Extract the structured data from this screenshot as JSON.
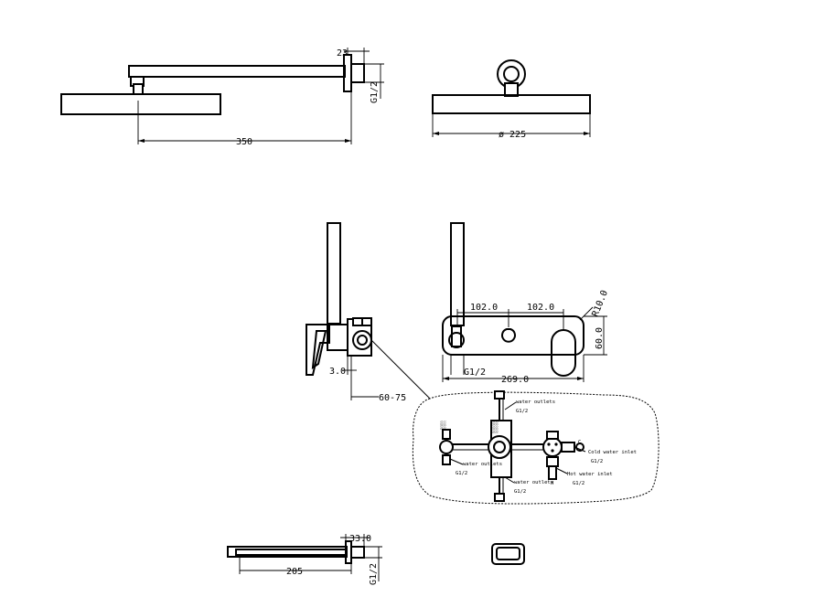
{
  "dimensions": {
    "arm_offset": "23",
    "arm_thread": "G1/2",
    "arm_length": "350",
    "head_diameter": "ø 225",
    "plate_spacing_left": "102.0",
    "plate_spacing_right": "102.0",
    "plate_radius": "R10.0",
    "plate_height": "60.0",
    "plate_thread": "G1/2",
    "plate_width": "269.0",
    "wall_offset": "3.0",
    "wall_depth": "60-75",
    "spout_depth": "33.0",
    "spout_length": "205",
    "spout_thread": "G1/2"
  },
  "detail_labels": {
    "outlet_top": "water outlets",
    "outlet_top_thread": "G1/2",
    "outlet_left": "water outlets",
    "outlet_left_thread": "G1/2",
    "outlet_bottom": "water outlets",
    "outlet_bottom_thread": "G1/2",
    "cold_inlet": "Cold water inlet",
    "cold_inlet_thread": "G1/2",
    "hot_inlet": "Hot water inlet",
    "hot_inlet_thread": "G1/2",
    "cold_mark": "C",
    "hot_mark": "H",
    "vertical_tag_top": "░░░░",
    "vertical_tag_left": "░░░"
  }
}
